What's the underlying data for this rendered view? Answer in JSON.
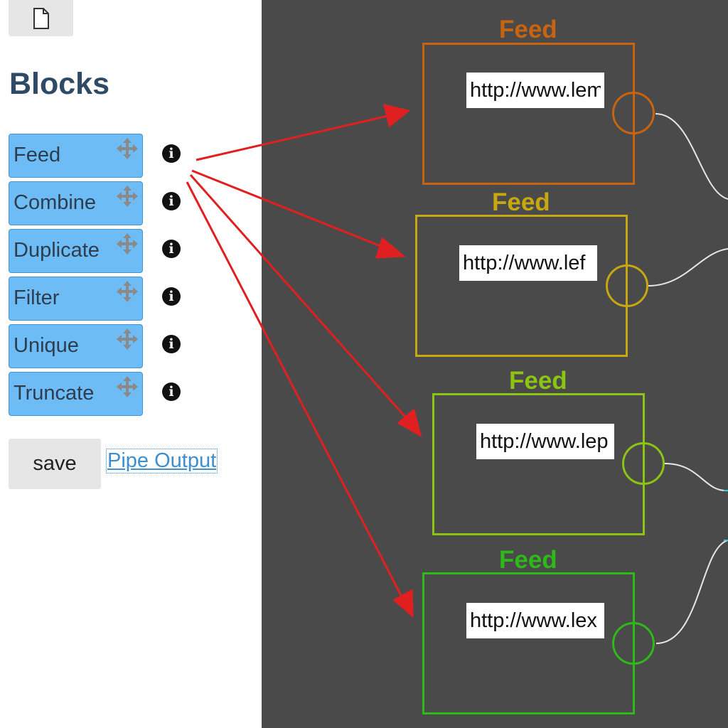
{
  "palette": {
    "title": "Blocks",
    "new_file_icon": "file-icon",
    "blocks": [
      {
        "label": "Feed",
        "icon": "move-icon",
        "info": "i"
      },
      {
        "label": "Combine",
        "icon": "move-icon",
        "info": "i"
      },
      {
        "label": "Duplicate",
        "icon": "move-icon",
        "info": "i"
      },
      {
        "label": "Filter",
        "icon": "move-icon",
        "info": "i"
      },
      {
        "label": "Unique",
        "icon": "move-icon",
        "info": "i"
      },
      {
        "label": "Truncate",
        "icon": "move-icon",
        "info": "i"
      }
    ],
    "save_label": "save",
    "pipe_output_label": "Pipe Output"
  },
  "canvas": {
    "background": "#4a4a4a",
    "nodes": [
      {
        "title": "Feed",
        "url": "http://www.lem",
        "color": "#c8640f"
      },
      {
        "title": "Feed",
        "url": "http://www.lef",
        "color": "#c8a80f"
      },
      {
        "title": "Feed",
        "url": "http://www.lep",
        "color": "#8cc414"
      },
      {
        "title": "Feed",
        "url": "http://www.lex",
        "color": "#2fb81a"
      }
    ],
    "arrow_color": "#e02020",
    "connector_color": "#e6e6e6",
    "connector_tail_color": "#2bd0d0"
  }
}
